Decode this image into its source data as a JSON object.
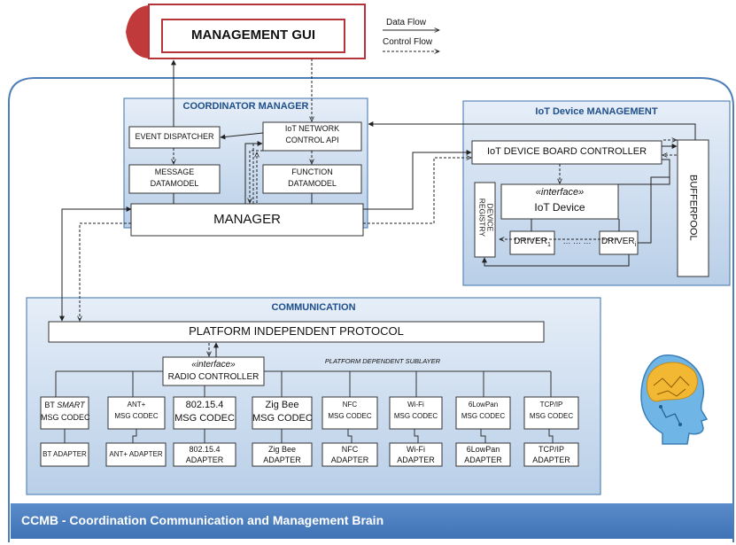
{
  "legend": {
    "data_flow": "Data Flow",
    "control_flow": "Control Flow"
  },
  "gui": {
    "title": "MANAGEMENT  GUI"
  },
  "coordinator": {
    "title": "COORDINATOR MANAGER",
    "event_dispatcher": "EVENT DISPATCHER",
    "network_api_line1": "IoT   NETWORK",
    "network_api_line2": "CONTROL API",
    "message_line1": "MESSAGE",
    "message_line2": "DATAMODEL",
    "function_line1": "FUNCTION",
    "function_line2": "DATAMODEL",
    "manager": "MANAGER"
  },
  "iot": {
    "title": "IoT Device MANAGEMENT",
    "board_controller": "IoT DEVICE BOARD CONTROLLER",
    "bufferpool": "BUFFERPOOL",
    "interface_label": "«interface»",
    "iot_device": "IoT Device",
    "device_registry_line1": "DEVICE",
    "device_registry_line2": "REGISTRY",
    "driver_base": "DRIVER",
    "driver1_sub": "1",
    "driveri_sub": "i",
    "ellipsis": "… … …"
  },
  "communication": {
    "title": "COMMUNICATION",
    "protocol": "PLATFORM INDEPENDENT PROTOCOL",
    "sublayer": "PLATFORM DEPENDENT SUBLAYER",
    "interface_label": "«interface»",
    "radio_controller": "RADIO CONTROLLER",
    "codecs": [
      {
        "line1": "BT SMART",
        "line2": "MSG CODEC",
        "adapter1": "BT ADAPTER",
        "adapter2": ""
      },
      {
        "line1": "ANT+",
        "line2": "MSG CODEC",
        "adapter1": "ANT+ ADAPTER",
        "adapter2": ""
      },
      {
        "line1": "802.15.4",
        "line2": "MSG CODEC",
        "adapter1": "802.15.4",
        "adapter2": "ADAPTER"
      },
      {
        "line1": "Zig Bee",
        "line2": "MSG CODEC",
        "adapter1": "Zig Bee",
        "adapter2": "ADAPTER"
      },
      {
        "line1": "NFC",
        "line2": "MSG CODEC",
        "adapter1": "NFC",
        "adapter2": "ADAPTER"
      },
      {
        "line1": "Wi-Fi",
        "line2": "MSG CODEC",
        "adapter1": "Wi-Fi",
        "adapter2": "ADAPTER"
      },
      {
        "line1": "6LowPan",
        "line2": "MSG CODEC",
        "adapter1": "6LowPan",
        "adapter2": "ADAPTER"
      },
      {
        "line1": "TCP/IP",
        "line2": "MSG CODEC",
        "adapter1": "TCP/IP",
        "adapter2": "ADAPTER"
      }
    ]
  },
  "footer": {
    "title": "CCMB - Coordination  Communication and Management Brain"
  },
  "colors": {
    "panel_fill": "#cfdff0",
    "panel_border": "#5a86bb",
    "footer_fill": "#4a7ebf",
    "gui_border": "#b5343a",
    "gui_tab": "#c0393b"
  },
  "icons": {
    "brain_head": "brain-head-icon"
  }
}
